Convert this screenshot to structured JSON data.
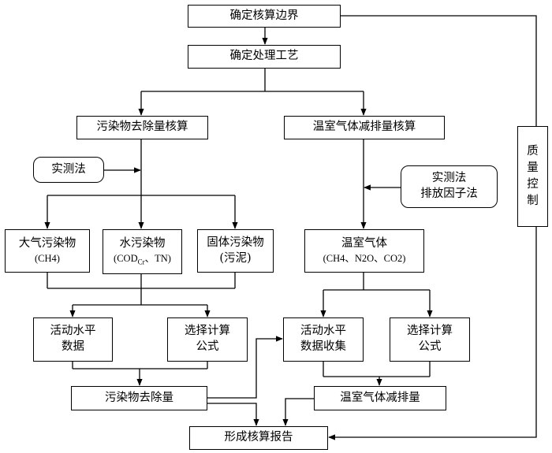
{
  "nodes": {
    "boundary": "确定核算边界",
    "process": "确定处理工艺",
    "pollutant_accounting": "污染物去除量核算",
    "ghg_accounting": "温室气体减排量核算",
    "measure_left": "实测法",
    "measure_right": {
      "line1": "实测法",
      "line2": "排放因子法"
    },
    "air": {
      "line1": "大气污染物",
      "line2": "(CH4)"
    },
    "water": {
      "line1": "水污染物",
      "line2_a": "(COD",
      "line2_sub": "Cr",
      "line2_b": "、TN)"
    },
    "solid": {
      "line1": "固体污染物",
      "line2": "(污泥)"
    },
    "ghg": {
      "line1": "温室气体",
      "line2": "(CH4、N2O、CO2)"
    },
    "activity_left": {
      "line1": "活动水平",
      "line2": "数据"
    },
    "formula_left": {
      "line1": "选择计算",
      "line2": "公式"
    },
    "activity_right": {
      "line1": "活动水平",
      "line2": "数据收集"
    },
    "formula_right": {
      "line1": "选择计算",
      "line2": "公式"
    },
    "pollutant_removal": "污染物去除量",
    "ghg_reduction": "温室气体减排量",
    "report": "形成核算报告",
    "qc": [
      "质",
      "量",
      "控",
      "制"
    ]
  }
}
